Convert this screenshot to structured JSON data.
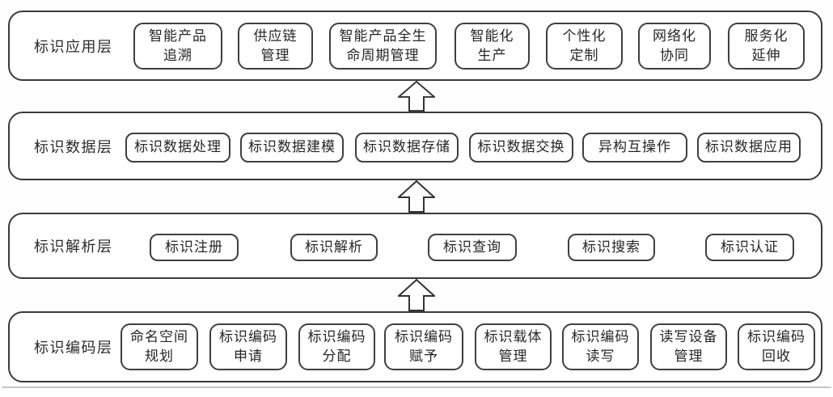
{
  "diagram": {
    "layers": [
      {
        "id": "application",
        "label": "标识应用层",
        "boxes": [
          "智能产品\n追溯",
          "供应链\n管理",
          "智能产品全生\n命周期管理",
          "智能化\n生产",
          "个性化\n定制",
          "网络化\n协同",
          "服务化\n延伸"
        ]
      },
      {
        "id": "data",
        "label": "标识数据层",
        "boxes": [
          "标识数据处理",
          "标识数据建模",
          "标识数据存储",
          "标识数据交换",
          "异构互操作",
          "标识数据应用"
        ]
      },
      {
        "id": "resolution",
        "label": "标识解析层",
        "boxes": [
          "标识注册",
          "标识解析",
          "标识查询",
          "标识搜索",
          "标识认证"
        ]
      },
      {
        "id": "encoding",
        "label": "标识编码层",
        "boxes": [
          "命名空间\n规划",
          "标识编码\n申请",
          "标识编码\n分配",
          "标识编码\n赋予",
          "标识载体\n管理",
          "标识编码\n读写",
          "读写设备\n管理",
          "标识编码\n回收"
        ]
      }
    ],
    "arrows": [
      {
        "icon": "up-block-arrow",
        "from": "标识数据层",
        "to": "标识应用层"
      },
      {
        "icon": "up-block-arrow",
        "from": "标识解析层",
        "to": "标识数据层"
      },
      {
        "icon": "up-block-arrow",
        "from": "标识编码层",
        "to": "标识解析层"
      }
    ],
    "colors": {
      "layer_border": "#3a3a3a",
      "box_border": "#3f3f3f",
      "text": "#262626",
      "background": "#ffffff"
    }
  }
}
